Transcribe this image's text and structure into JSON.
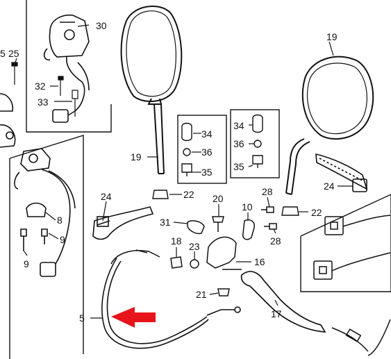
{
  "diagram": {
    "accent_color": "#e8141b",
    "ink_color": "#111111",
    "arrow_icon": "red-left-arrow-icon",
    "callouts": {
      "p30": "30",
      "p25": "25",
      "p5top": "5",
      "p32": "32",
      "p33": "33",
      "p19left": "19",
      "p19right": "19",
      "p34a": "34",
      "p36a": "36",
      "p35a": "35",
      "p34b": "34",
      "p36b": "36",
      "p35b": "35",
      "p22left": "22",
      "p22right": "22",
      "p24left": "24",
      "p24right": "24",
      "p20": "20",
      "p10": "10",
      "p28a": "28",
      "p28b": "28",
      "p31": "31",
      "p18": "18",
      "p23": "23",
      "p16": "16",
      "p21": "21",
      "p17": "17",
      "p5": "5",
      "p8": "8",
      "p9a": "9",
      "p9b": "9"
    }
  }
}
